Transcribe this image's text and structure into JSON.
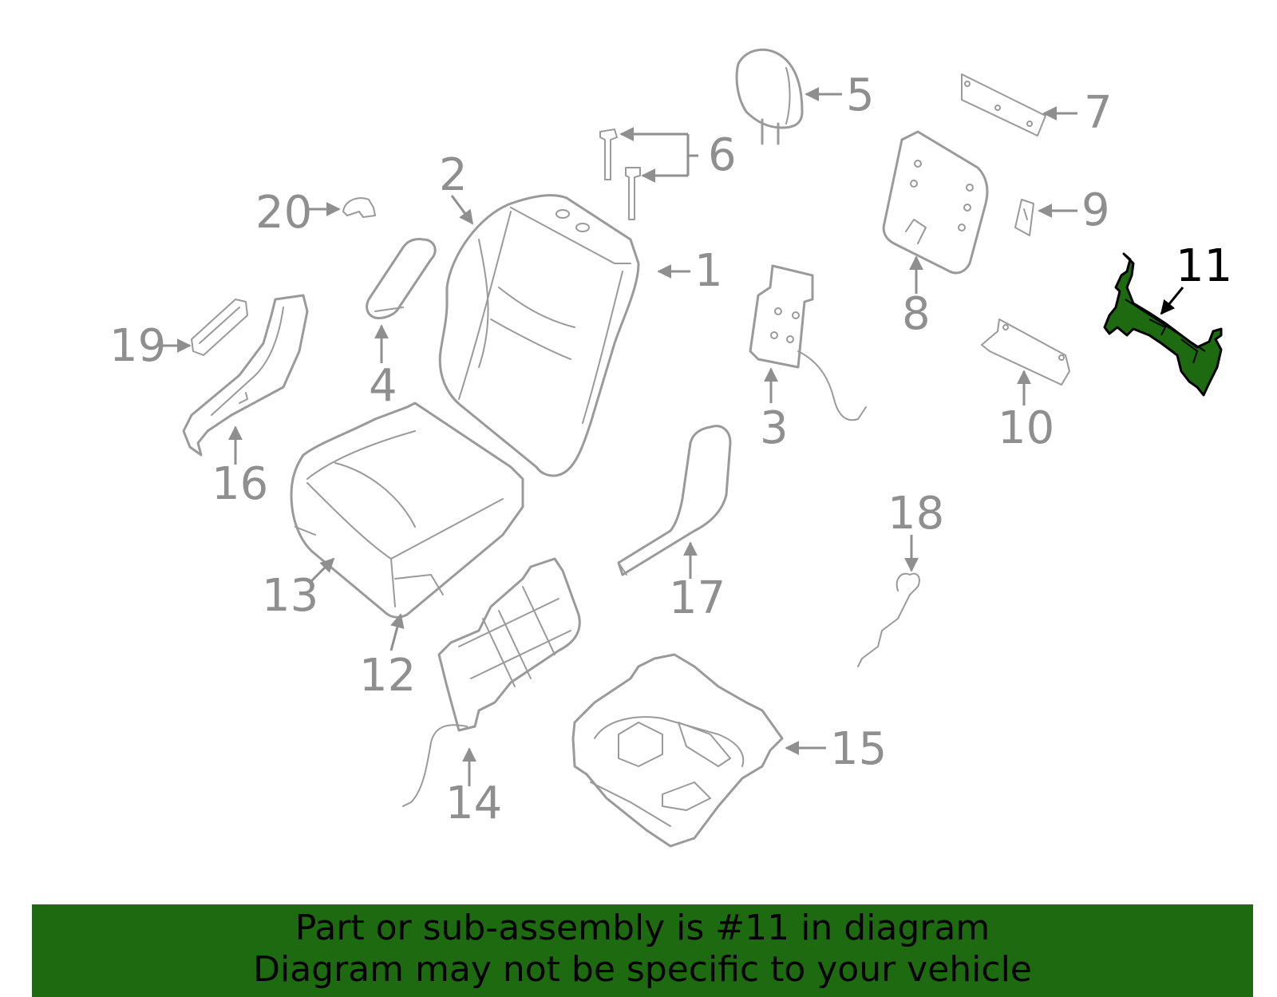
{
  "callouts": {
    "c1": "1",
    "c2": "2",
    "c3": "3",
    "c4": "4",
    "c5": "5",
    "c6": "6",
    "c7": "7",
    "c8": "8",
    "c9": "9",
    "c10": "10",
    "c11": "11",
    "c12": "12",
    "c13": "13",
    "c14": "14",
    "c15": "15",
    "c16": "16",
    "c17": "17",
    "c18": "18",
    "c19": "19",
    "c20": "20"
  },
  "highlighted_part": "11",
  "colors": {
    "highlight": "#1d6a10",
    "line": "#9a9a9a",
    "banner": "#1d6a10"
  },
  "banner": {
    "line1": "Part or sub-assembly is #11 in diagram",
    "line2": "Diagram may not be specific to your vehicle"
  }
}
